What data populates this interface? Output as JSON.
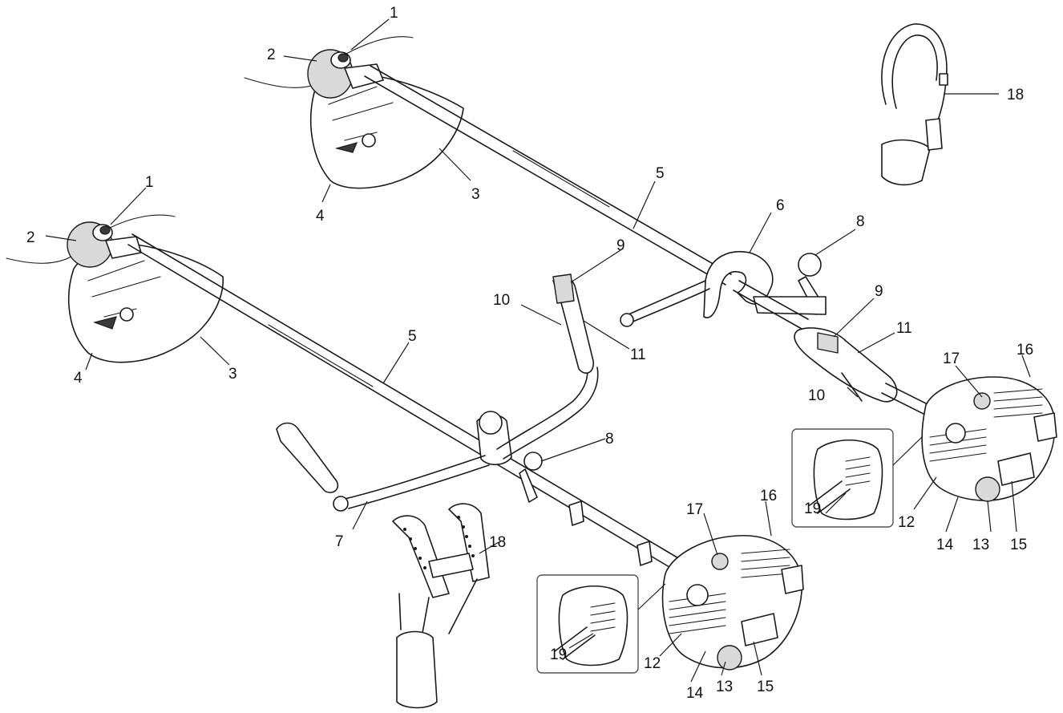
{
  "diagram": {
    "callouts": {
      "string_head": "1",
      "trimmer_line": "2",
      "guard": "3",
      "line_cutter": "4",
      "shaft": "5",
      "loop_handle": "6",
      "bike_handle": "7",
      "hanger": "8",
      "throttle_lockout": "9",
      "throttle_trigger": "10",
      "stop_switch": "11",
      "fuel_tank": "12",
      "fuel_cap": "13",
      "primer_bulb": "14",
      "starter_grip": "15",
      "air_filter_cover": "16",
      "choke_lever": "17",
      "harness": "18",
      "spark_plug_cover": "19"
    }
  }
}
